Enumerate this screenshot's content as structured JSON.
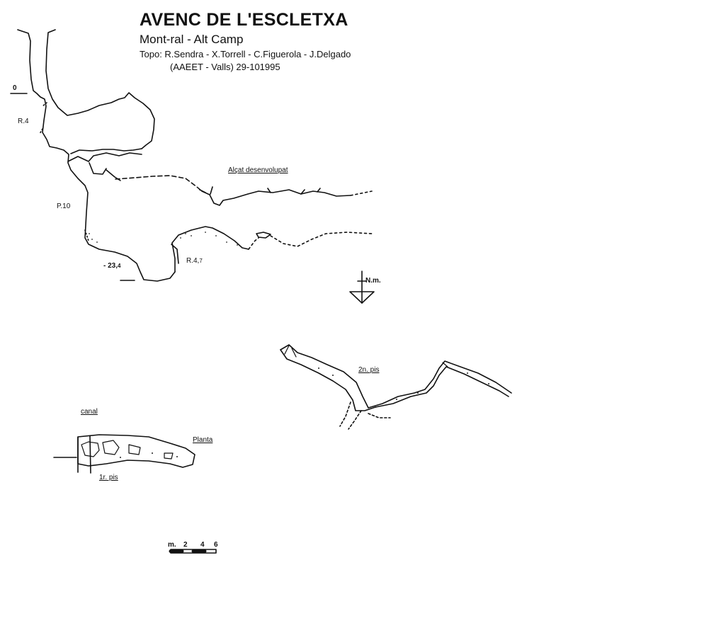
{
  "header": {
    "title": "AVENC DE L'ESCLETXA",
    "subtitle": "Mont-ral  - Alt Camp",
    "authors": "Topo: R.Sendra - X.Torrell - C.Figuerola - J.Delgado",
    "group_date": "(AAEET - Valls)   29-101995"
  },
  "section": {
    "label": "Alçat desenvolupat",
    "depth_top": "0",
    "depth_bottom": "- 23,",
    "depth_bottom_sub": "4",
    "drops": {
      "r1": "R.4",
      "p1": "P.10",
      "r2": "R.4,",
      "r2_sub": "7"
    }
  },
  "north": {
    "label": "N.m."
  },
  "plan": {
    "label": "Planta",
    "canal": "canal",
    "level1": "1r. pis",
    "level2": "2n. pis"
  },
  "scale": {
    "unit": "m.",
    "ticks": [
      "2",
      "4",
      "6"
    ]
  }
}
